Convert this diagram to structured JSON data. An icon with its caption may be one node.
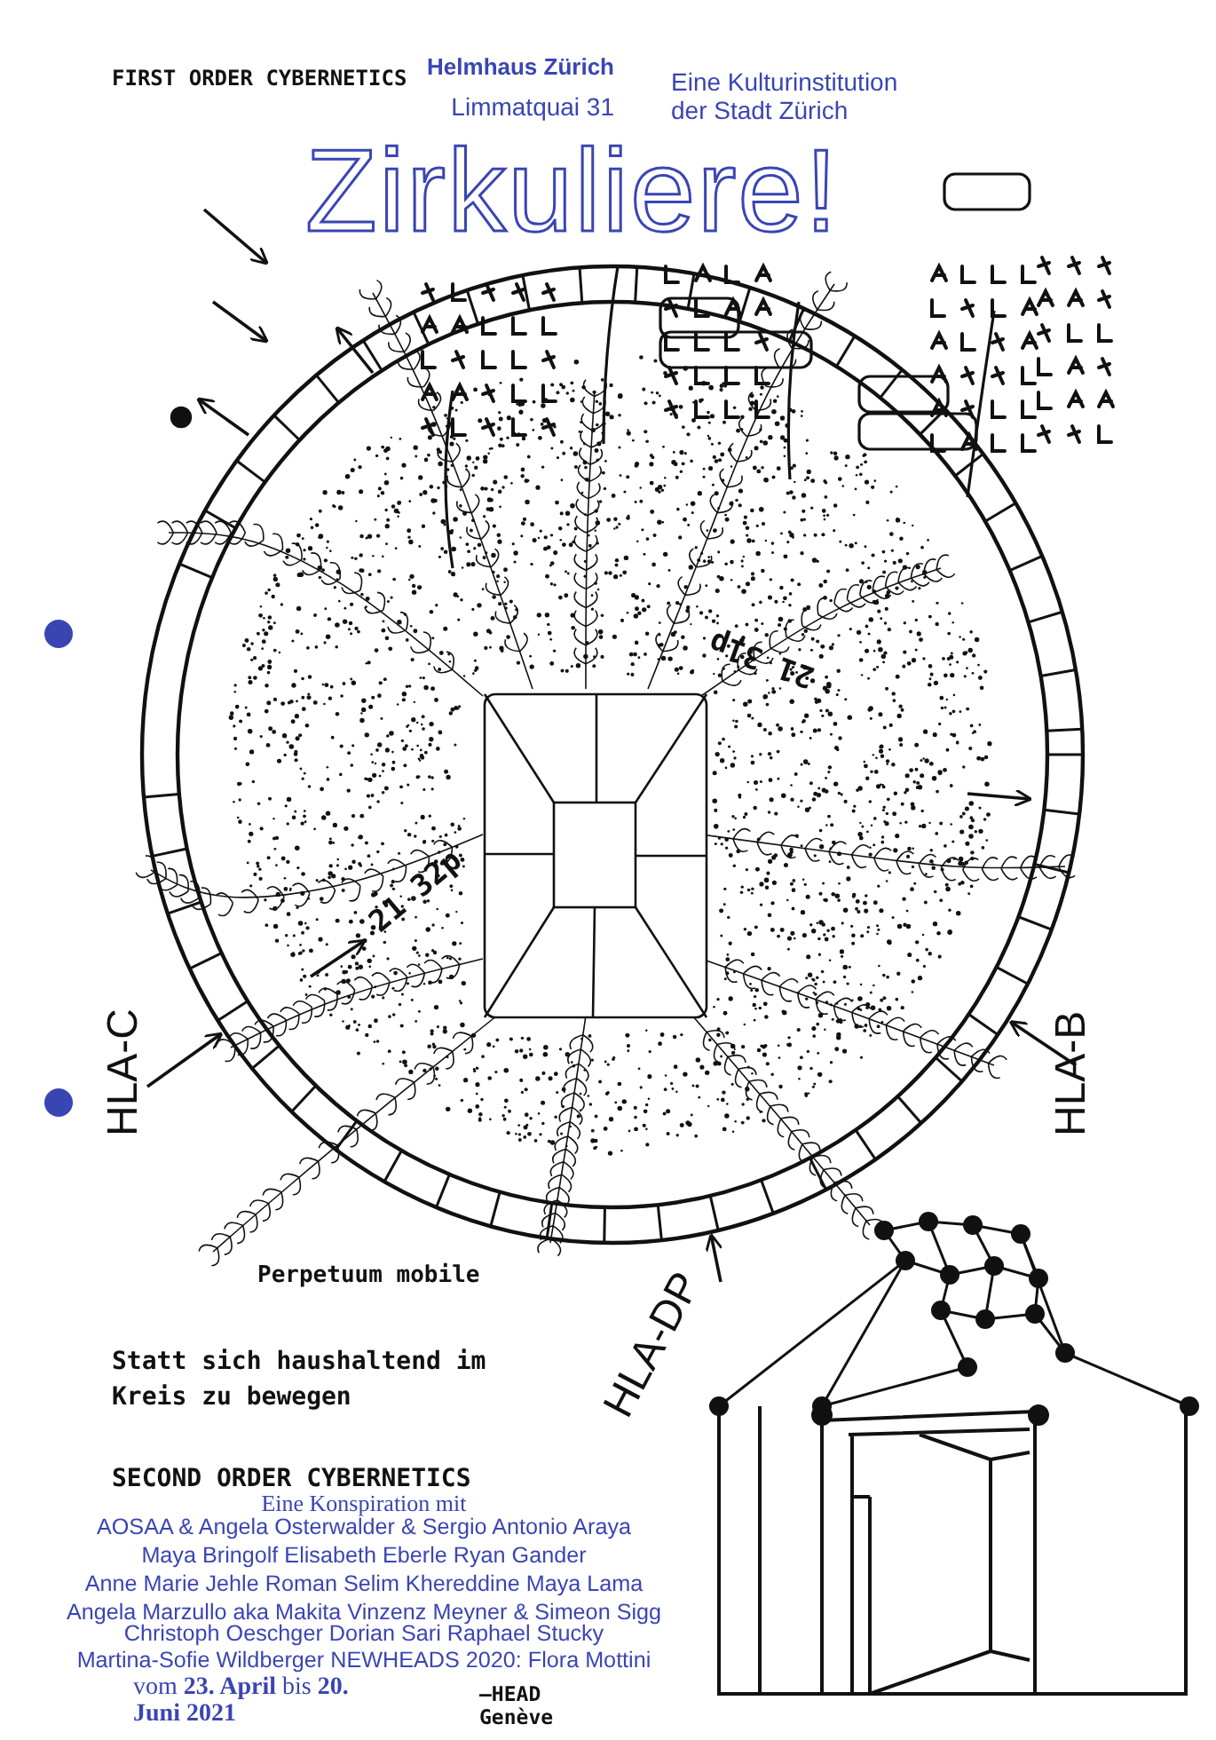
{
  "diagram": {
    "title": "Zirkuliere!",
    "nodes": [
      {
        "text": [],
        "shape": "circle"
      },
      {
        "text": [
          "HLA-C"
        ]
      },
      {
        "text": [
          "HLA-B"
        ]
      },
      {
        "text": [
          "HLA-DP"
        ]
      }
    ],
    "edges": [
      {
        "from": 1,
        "to": 0,
        "arrow": "to"
      },
      {
        "from": 2,
        "to": 0,
        "arrow": "to"
      },
      {
        "from": 3,
        "to": 0,
        "arrow": "to"
      }
    ],
    "labels": [
      "FIRST ORDER CYBERNETICS",
      "Helmhaus Zürich",
      "Limmatquai 31",
      "Eine Kulturinstitution der Stadt Zürich",
      "21 31p",
      "21 32p",
      "Perpetuum mobile",
      "Statt sich haushaltend im Kreis zu bewegen",
      "SECOND ORDER CYBERNETICS",
      "Eine Konspiration mit",
      "AOSAA & Angela Osterwalder & Sergio Antonio Araya",
      "Maya Bringolf Elisabeth Eberle Ryan Gander",
      "Anne Marie Jehle Roman Selim Khereddine Maya Lama",
      "Angela Marzullo aka Makita Vinzenz Meyner & Simeon Sigg",
      "Christoph Oeschger Dorian Sari Raphael Stucky",
      "Martina-Sofie Wildberger NEWHEADS 2020: Flora Mottini",
      "vom **23. April** bis **20. Juni 2021**",
      "–HEAD Genève"
    ]
  }
}
